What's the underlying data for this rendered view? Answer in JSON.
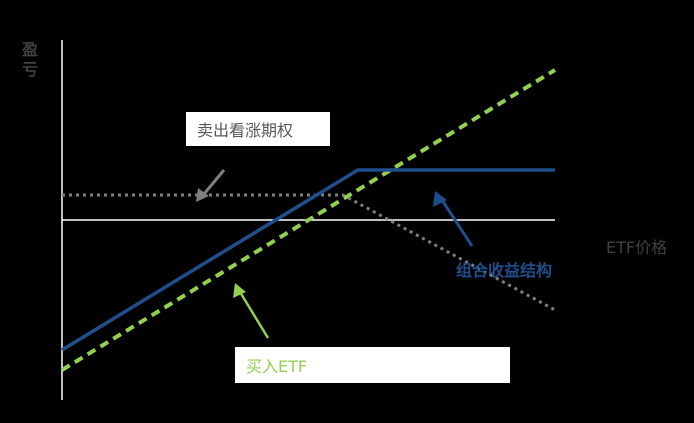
{
  "chart_data": {
    "type": "line",
    "ylabel": "盈亏",
    "xlabel": "ETF价格",
    "series": [
      {
        "name": "买入ETF",
        "color": "#92d050",
        "style": "dashed",
        "points": [
          [
            0,
            -15
          ],
          [
            100,
            15
          ]
        ]
      },
      {
        "name": "卖出看涨期权",
        "color": "#7f7f7f",
        "style": "dotted",
        "points": [
          [
            0,
            2.5
          ],
          [
            57,
            2.5
          ],
          [
            100,
            -9
          ]
        ]
      },
      {
        "name": "组合收益结构",
        "color": "#1f4e8c",
        "style": "solid",
        "points": [
          [
            0,
            -13
          ],
          [
            60,
            5
          ],
          [
            100,
            5
          ]
        ]
      }
    ],
    "xlim": [
      0,
      100
    ],
    "ylim": [
      -18,
      18
    ],
    "grid": false,
    "axis_color": "#ffffff"
  },
  "annotations": {
    "call": {
      "label": "卖出看涨期权",
      "box_color": "#ffffff",
      "text_color": "#595959"
    },
    "etf": {
      "label": "买入ETF",
      "box_color": "#ffffff",
      "text_color": "#92d050"
    },
    "combo": {
      "label": "组合收益结构",
      "text_color": "#1f4e8c"
    }
  }
}
